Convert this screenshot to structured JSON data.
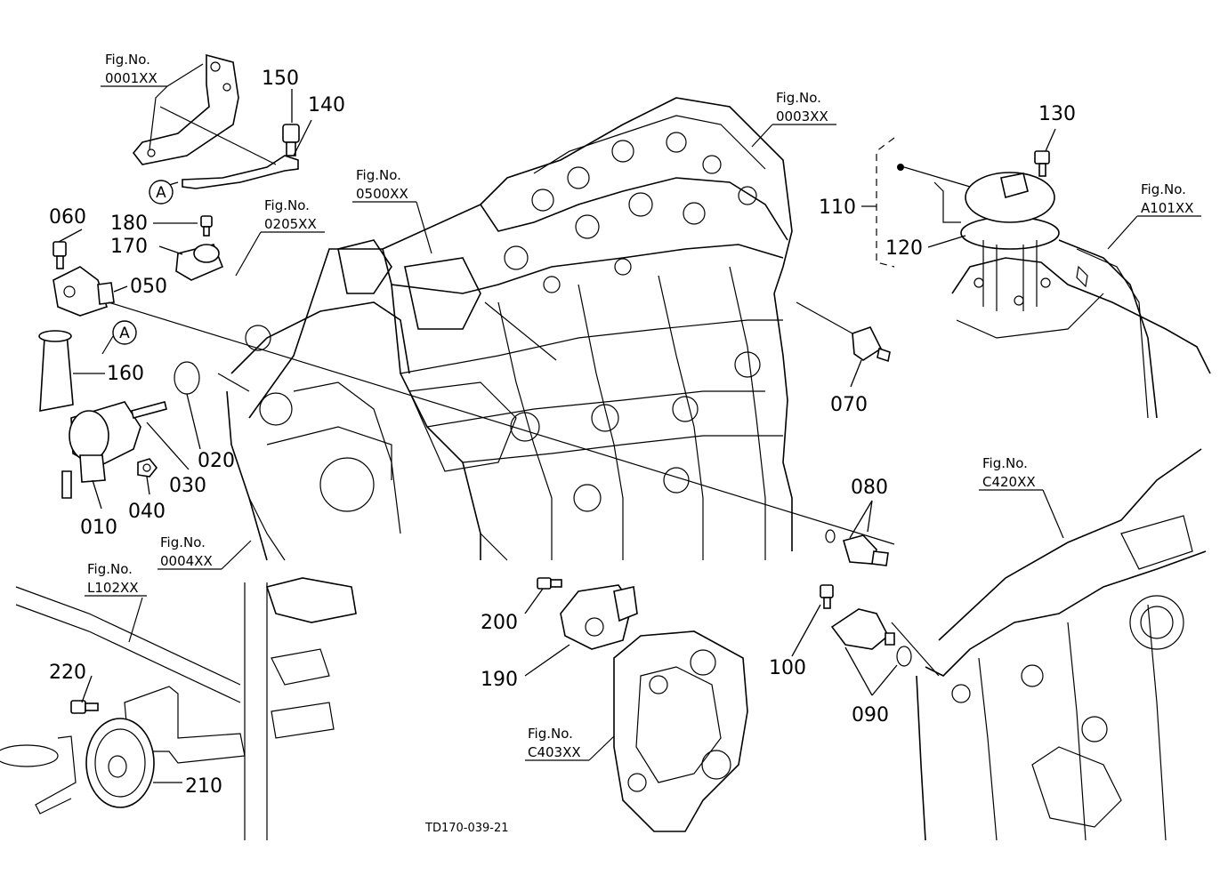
{
  "parts": {
    "p010": "010",
    "p020": "020",
    "p030": "030",
    "p040": "040",
    "p050": "050",
    "p060": "060",
    "p070": "070",
    "p080": "080",
    "p090": "090",
    "p100": "100",
    "p110": "110",
    "p120": "120",
    "p130": "130",
    "p140": "140",
    "p150": "150",
    "p160": "160",
    "p170": "170",
    "p180": "180",
    "p190": "190",
    "p200": "200",
    "p210": "210",
    "p220": "220"
  },
  "fig_label": "Fig.No.",
  "figs": {
    "f0001": "0001XX",
    "f0003": "0003XX",
    "f0500": "0500XX",
    "f0205": "0205XX",
    "fA101": "A101XX",
    "fC420": "C420XX",
    "f0004": "0004XX",
    "fL102": "L102XX",
    "fC403": "C403XX"
  },
  "callout_ref": "A",
  "drawing_code": "TD170-039-21"
}
